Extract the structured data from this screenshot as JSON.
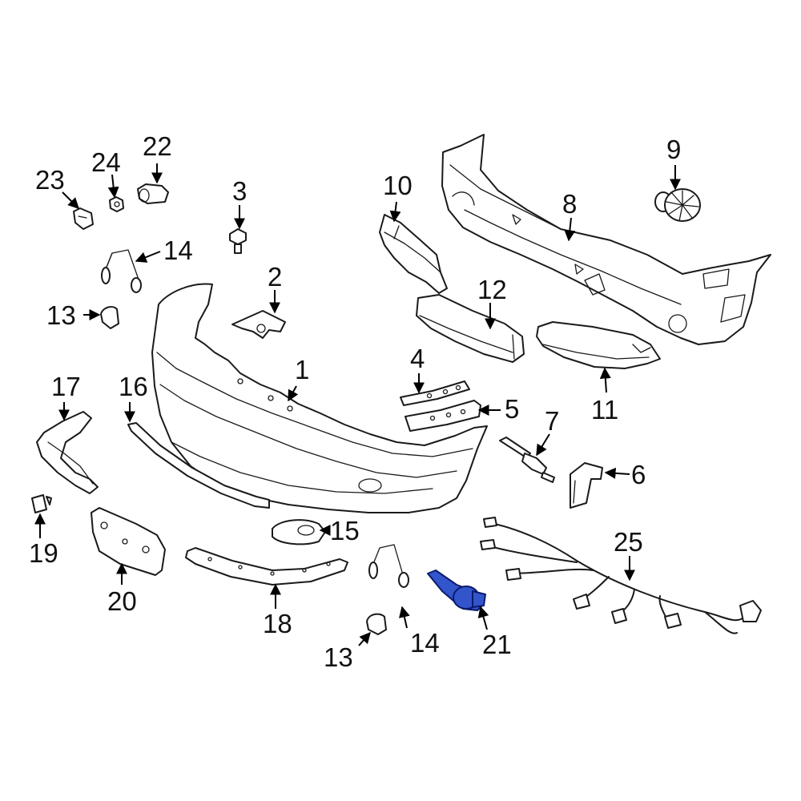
{
  "diagram": {
    "callouts": {
      "c1": "1",
      "c2": "2",
      "c3": "3",
      "c4": "4",
      "c5": "5",
      "c6": "6",
      "c7": "7",
      "c8": "8",
      "c9": "9",
      "c10": "10",
      "c11": "11",
      "c12": "12",
      "c13a": "13",
      "c13b": "13",
      "c14a": "14",
      "c14b": "14",
      "c15": "15",
      "c16": "16",
      "c17": "17",
      "c18": "18",
      "c19": "19",
      "c20": "20",
      "c21": "21",
      "c22": "22",
      "c23": "23",
      "c24": "24",
      "c25": "25"
    },
    "colors": {
      "outline": "#1a1a1a",
      "highlight_part": "#3355cc",
      "highlight_outline": "#0b1a6b",
      "background": "#ffffff"
    },
    "highlighted_part": "21"
  }
}
